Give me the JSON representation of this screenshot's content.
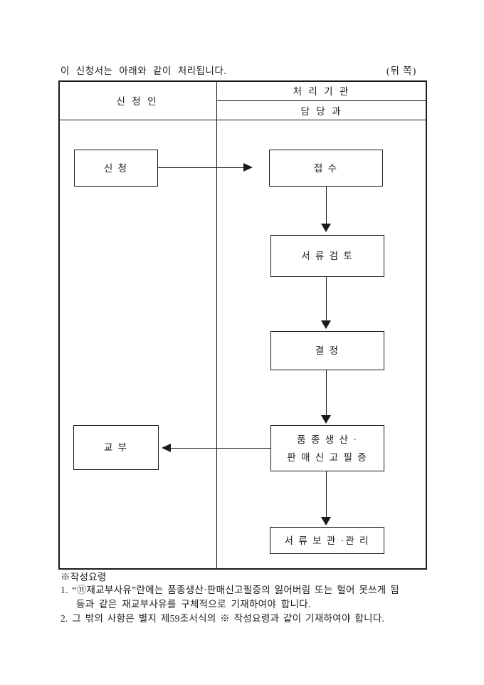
{
  "page": {
    "intro": "이 신청서는 아래와 같이 처리됩니다.",
    "back_label": "(뒤 쪽)"
  },
  "table": {
    "applicant_header": "신 청 인",
    "agency_header": "처 리 기 관",
    "department_header": "담 당 과"
  },
  "flowchart": {
    "apply": "신 청",
    "receipt": "접 수",
    "review": "서 류 검 토",
    "decision": "결 정",
    "certificate_line1": "품 종 생 산 ·",
    "certificate_line2": "판 매 신 고 필 증",
    "issue": "교 부",
    "storage": "서 류 보 관 ·관 리"
  },
  "notes": {
    "title": "※작성요령",
    "item1_line1": "1. “⑪재교부사유”란에는 품종생산·판매신고필증의 잃어버림 또는 헐어 못쓰게 됨",
    "item1_line2": "등과 같은 재교부사유를 구체적으로 기재하여야 합니다.",
    "item2": "2. 그 밖의 사항은 별지 제59조서식의 ※ 작성요령과 같이 기재하여야 합니다."
  }
}
